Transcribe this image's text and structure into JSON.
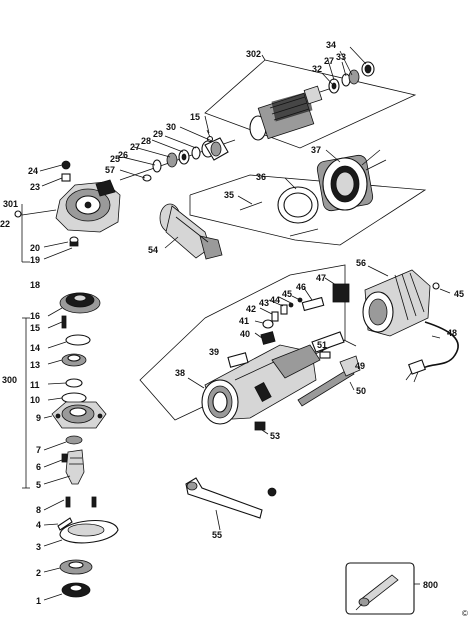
{
  "callouts": {
    "c302": "302",
    "c34": "34",
    "c33": "33",
    "c27a": "27",
    "c32": "32",
    "c15": "15",
    "c30": "30",
    "c29": "29",
    "c28": "28",
    "c27b": "27",
    "c26": "26",
    "c25": "25",
    "c57": "57",
    "c37": "37",
    "c24": "24",
    "c23": "23",
    "c301": "301",
    "c22": "22",
    "c36": "36",
    "c35": "35",
    "c20": "20",
    "c19": "19",
    "c54": "54",
    "c56": "56",
    "c47": "47",
    "c18": "18",
    "c46": "46",
    "c45a": "45",
    "c44": "44",
    "c43": "43",
    "c42": "42",
    "c45b": "45",
    "c16": "16",
    "c15b": "15",
    "c41": "41",
    "c48": "48",
    "c14": "14",
    "c40": "40",
    "c51": "51",
    "c13": "13",
    "c39": "39",
    "c49": "49",
    "c300": "300",
    "c38": "38",
    "c11": "11",
    "c50": "50",
    "c10": "10",
    "c9": "9",
    "c53": "53",
    "c7": "7",
    "c6": "6",
    "c5": "5",
    "c8": "8",
    "c4": "4",
    "c55": "55",
    "c3": "3",
    "c2": "2",
    "c1": "1",
    "c800": "800"
  },
  "copyright_symbol": "©"
}
